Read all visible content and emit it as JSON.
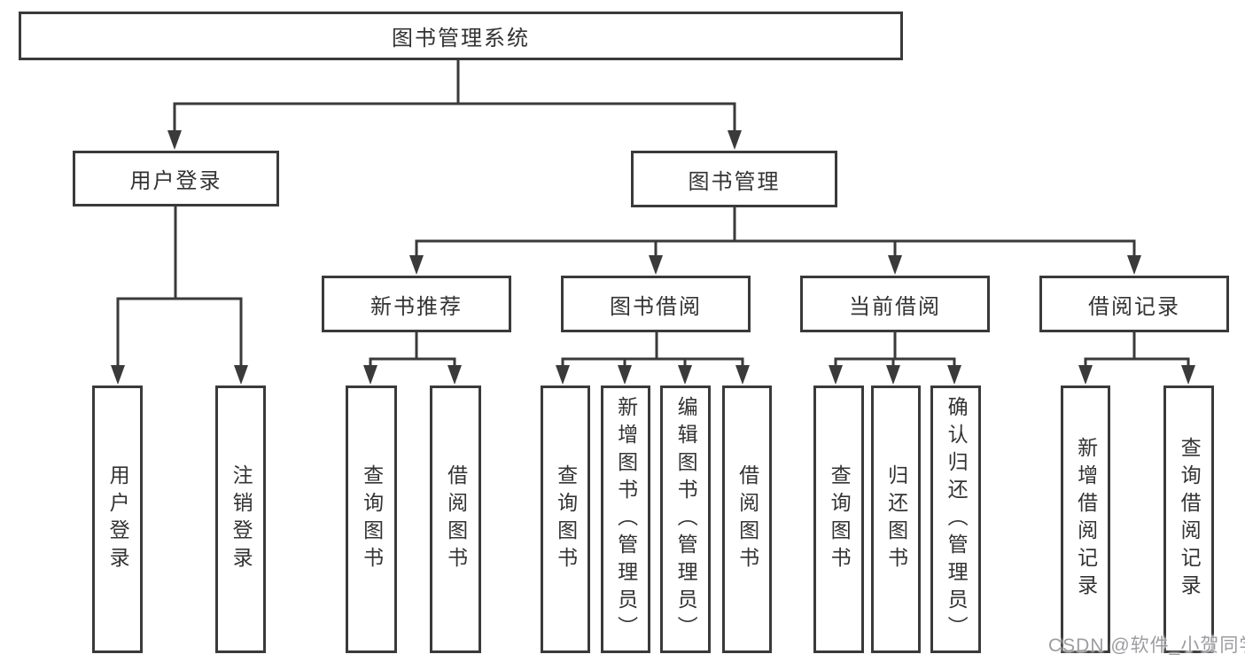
{
  "diagram": {
    "root": {
      "label": "图书管理系统"
    },
    "branches": [
      {
        "label": "用户登录",
        "children": [
          "用户登录",
          "注销登录"
        ]
      },
      {
        "label": "图书管理",
        "children": [
          {
            "label": "新书推荐",
            "children": [
              "查询图书",
              "借阅图书"
            ]
          },
          {
            "label": "图书借阅",
            "children": [
              "查询图书",
              "新增图书（管理员）",
              "编辑图书（管理员）",
              "借阅图书"
            ]
          },
          {
            "label": "当前借阅",
            "children": [
              "查询图书",
              "归还图书",
              "确认归还（管理员）"
            ]
          },
          {
            "label": "借阅记录",
            "children": [
              "新增借阅记录",
              "查询借阅记录"
            ]
          }
        ]
      }
    ],
    "watermark": "CSDN @软件_小贺同学",
    "colors": {
      "line": "#3a3a3a",
      "text": "#333333",
      "watermark": "#9c9ca1",
      "background": "#ffffff"
    }
  }
}
